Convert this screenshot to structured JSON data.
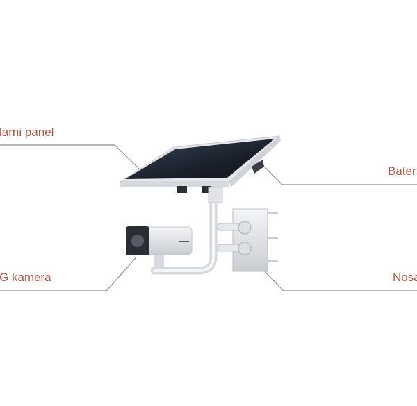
{
  "labels": {
    "solar_panel": "larni panel",
    "battery": "Bater",
    "camera": "G kamera",
    "mount": "Nosa"
  },
  "colors": {
    "label_text": "#b4553f",
    "leader_line": "#8a8a8a",
    "panel_cells": "#1c2330",
    "frame": "#dfe2e6"
  }
}
